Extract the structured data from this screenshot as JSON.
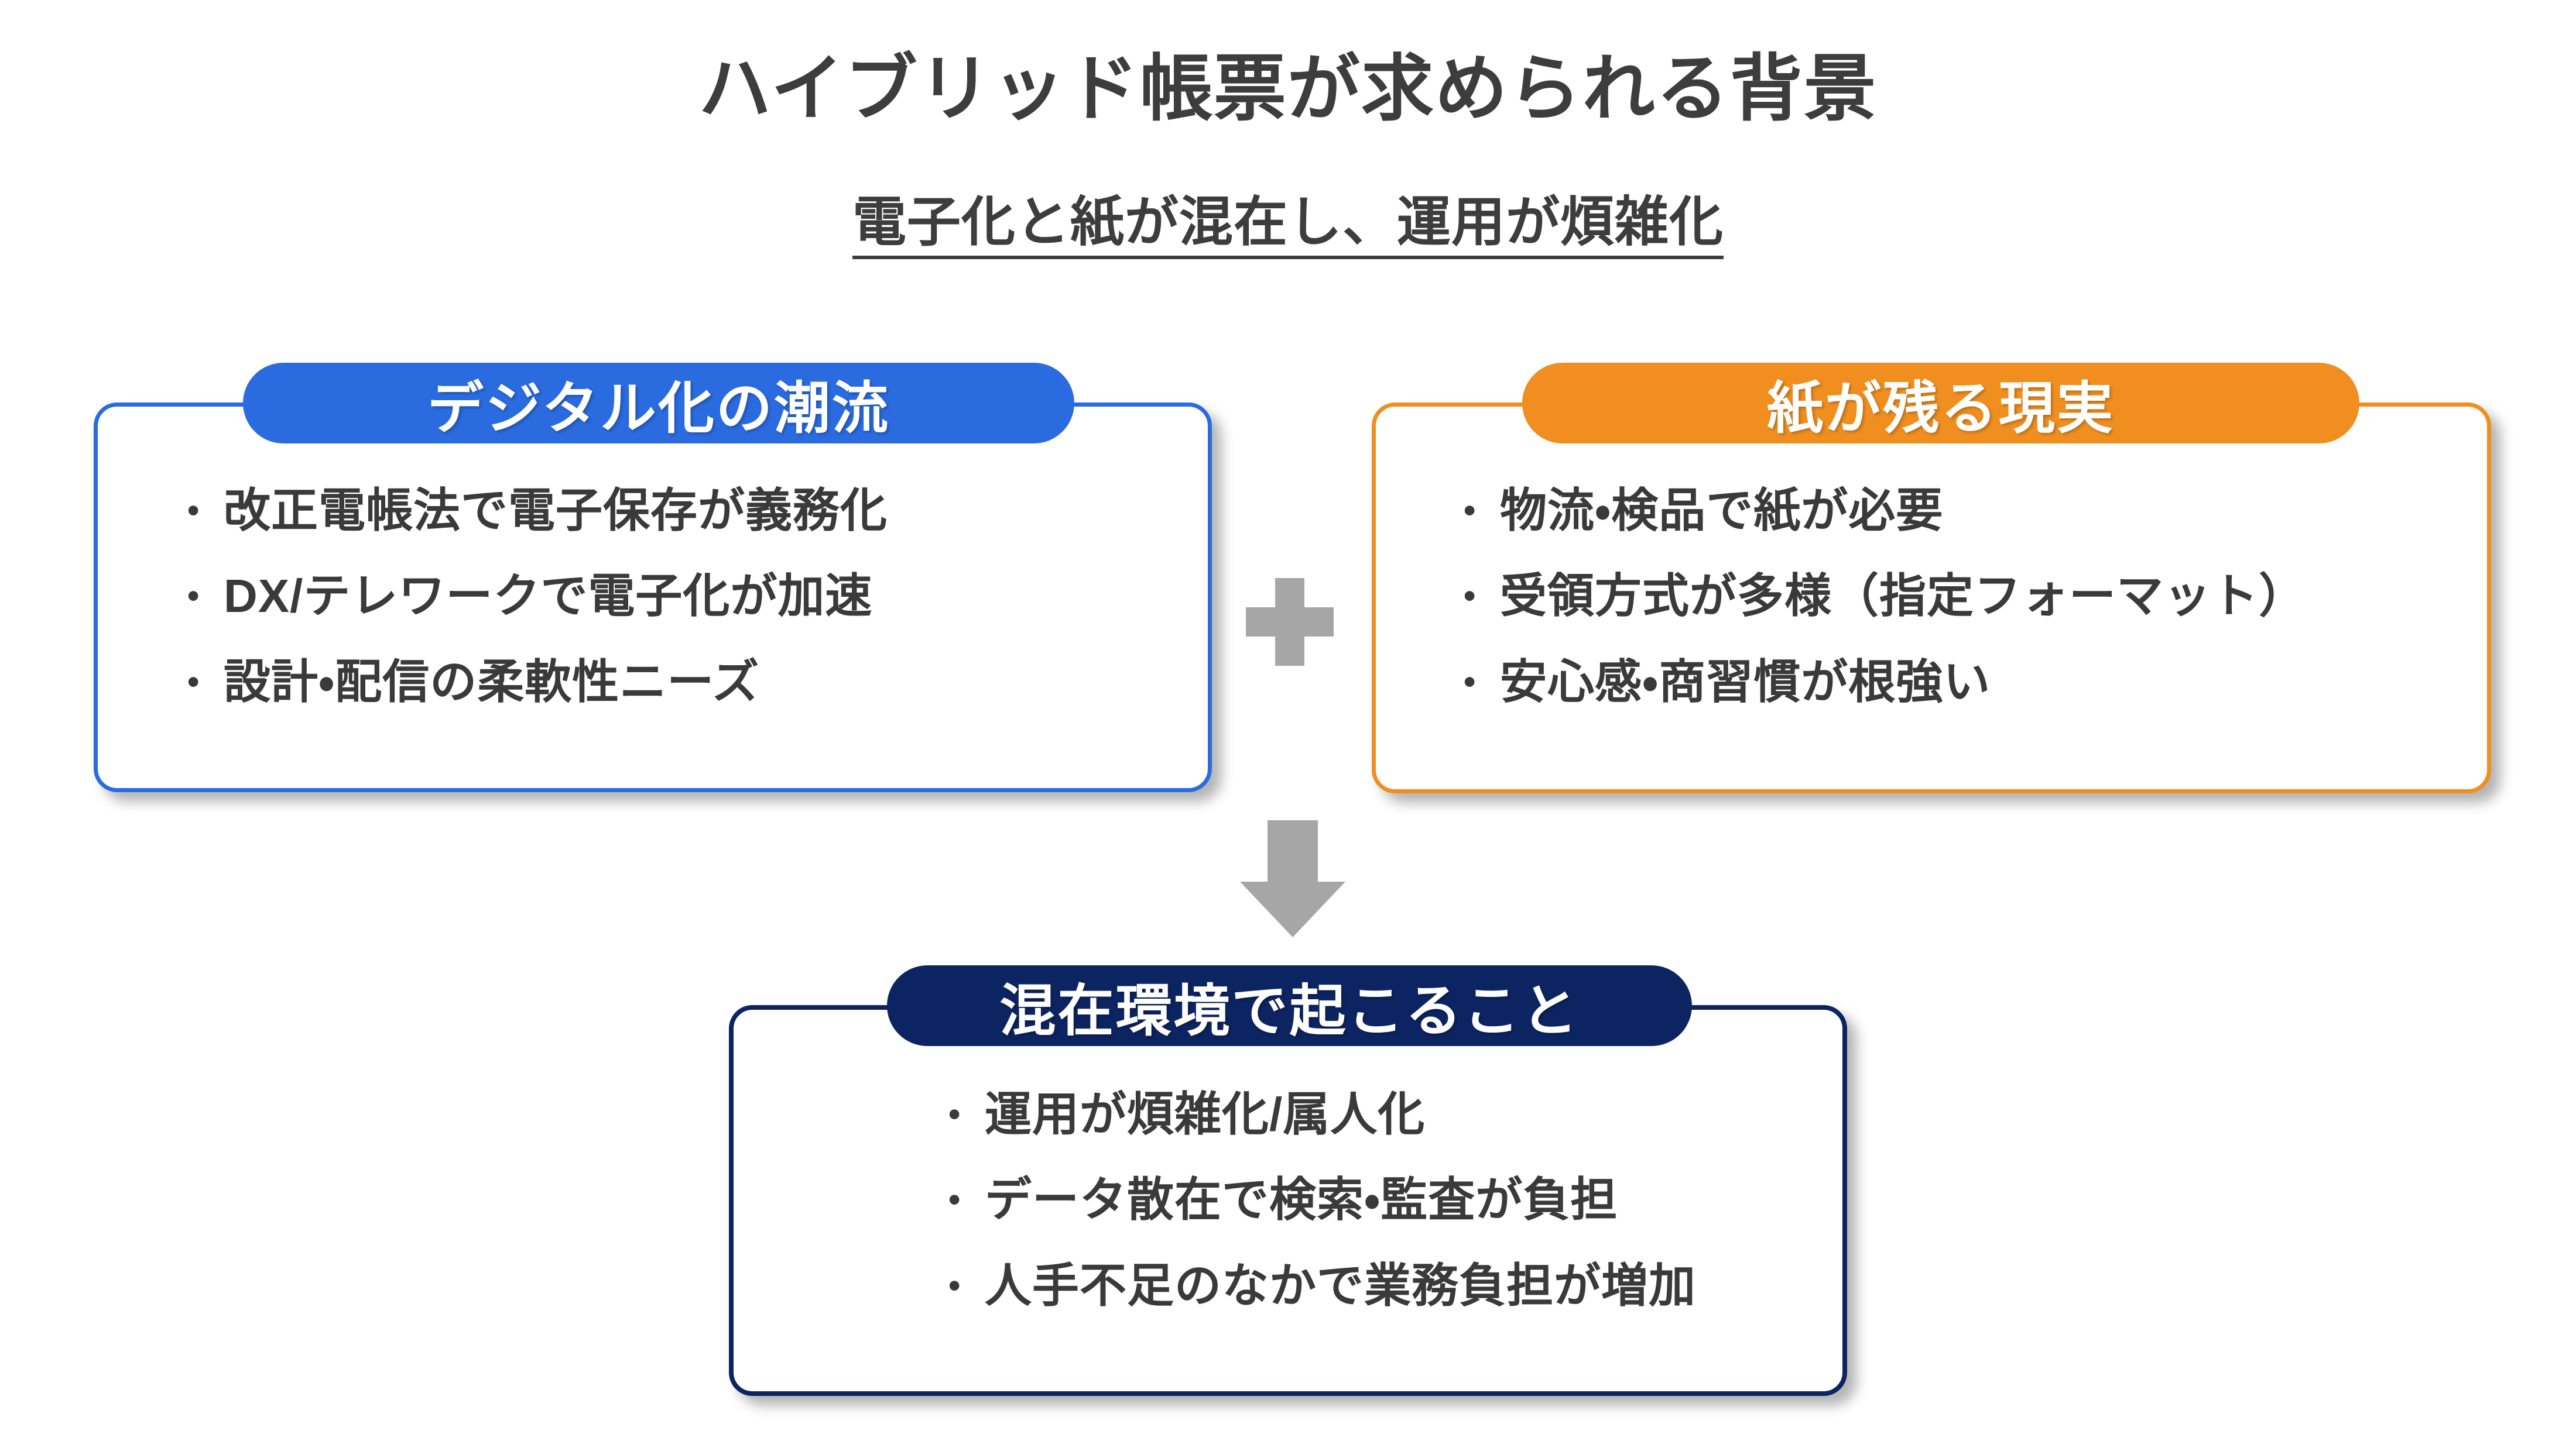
{
  "slide": {
    "title": "ハイブリッド帳票が求められる背景",
    "subtitle": "電子化と紙が混在し、運用が煩雑化"
  },
  "colors": {
    "title_text": "#3d3d3d",
    "body_text": "#3a3a3a",
    "blue": "#2a6be0",
    "orange": "#f08f20",
    "navy": "#0c2461",
    "connector_gray": "#a6a6a6",
    "background": "#ffffff"
  },
  "cards": {
    "digital": {
      "heading": "デジタル化の潮流",
      "accent": "#2a6be0",
      "bullets": [
        "改正電帳法で電子保存が義務化",
        "DX/テレワークで電子化が加速",
        "設計・配信の柔軟性ニーズ"
      ]
    },
    "paper": {
      "heading": "紙が残る現実",
      "accent": "#f08f20",
      "bullets": [
        "物流・検品で紙が必要",
        "受領方式が多様（指定フォーマット）",
        "安心感・商習慣が根強い"
      ]
    },
    "mixed": {
      "heading": "混在環境で起こること",
      "accent": "#0c2461",
      "bullets": [
        "運用が煩雑化/属人化",
        "データ散在で検索・監査が負担",
        "人手不足のなかで業務負担が増加"
      ]
    }
  },
  "connectors": {
    "plus": {
      "icon": "plus-icon",
      "color": "#a6a6a6"
    },
    "arrow_down": {
      "icon": "arrow-down-icon",
      "color": "#a6a6a6"
    }
  },
  "bullet_marker": "•"
}
